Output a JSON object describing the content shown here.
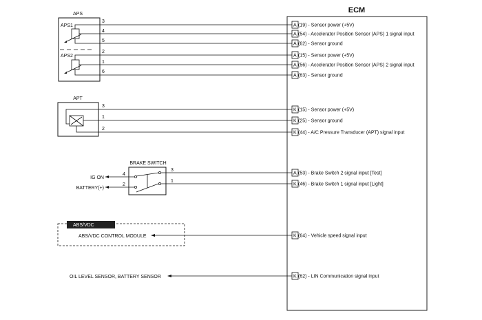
{
  "ecm": {
    "title": "ECM",
    "pins": [
      {
        "conn": "A",
        "pin": "(19) - Sensor power (+5V)"
      },
      {
        "conn": "A",
        "pin": "(54) - Accelerator Position Sensor (APS) 1 signal input"
      },
      {
        "conn": "A",
        "pin": "(62) - Sensor ground"
      },
      {
        "conn": "A",
        "pin": "(15) - Sensor power (+5V)"
      },
      {
        "conn": "A",
        "pin": "(56) - Accelerator Position Sensor (APS) 2 signal input"
      },
      {
        "conn": "A",
        "pin": "(63) - Sensor ground"
      },
      {
        "conn": "K",
        "pin": "(15) - Sensor power (+5V)"
      },
      {
        "conn": "K",
        "pin": "(25) - Sensor ground"
      },
      {
        "conn": "K",
        "pin": "(44) - A/C Pressure Transducer (APT) signal input"
      },
      {
        "conn": "A",
        "pin": "(53) - Brake Switch 2 signal input [Test]"
      },
      {
        "conn": "K",
        "pin": "(46) - Brake Switch 1 signal input [Light]"
      },
      {
        "conn": "K",
        "pin": "(64) - Vehicle speed signal input"
      },
      {
        "conn": "K",
        "pin": "(62) - LIN Communication signal input"
      }
    ]
  },
  "aps": {
    "title": "APS",
    "sub1": "APS1",
    "sub2": "APS2",
    "wire_nums": [
      "3",
      "4",
      "5",
      "2",
      "1",
      "6"
    ]
  },
  "apt": {
    "title": "APT",
    "wire_nums": [
      "3",
      "1",
      "2"
    ]
  },
  "brake": {
    "title": "BRAKE SWITCH",
    "left_nums": [
      "4",
      "2"
    ],
    "right_nums": [
      "3",
      "1"
    ],
    "ig_on": "IG ON",
    "battery": "BATTERY(+)"
  },
  "abs": {
    "tag": "ABS/VDC",
    "module": "ABS/VDC CONTROL MODULE"
  },
  "oil": {
    "label": "OIL LEVEL SENSOR, BATTERY SENSOR"
  }
}
